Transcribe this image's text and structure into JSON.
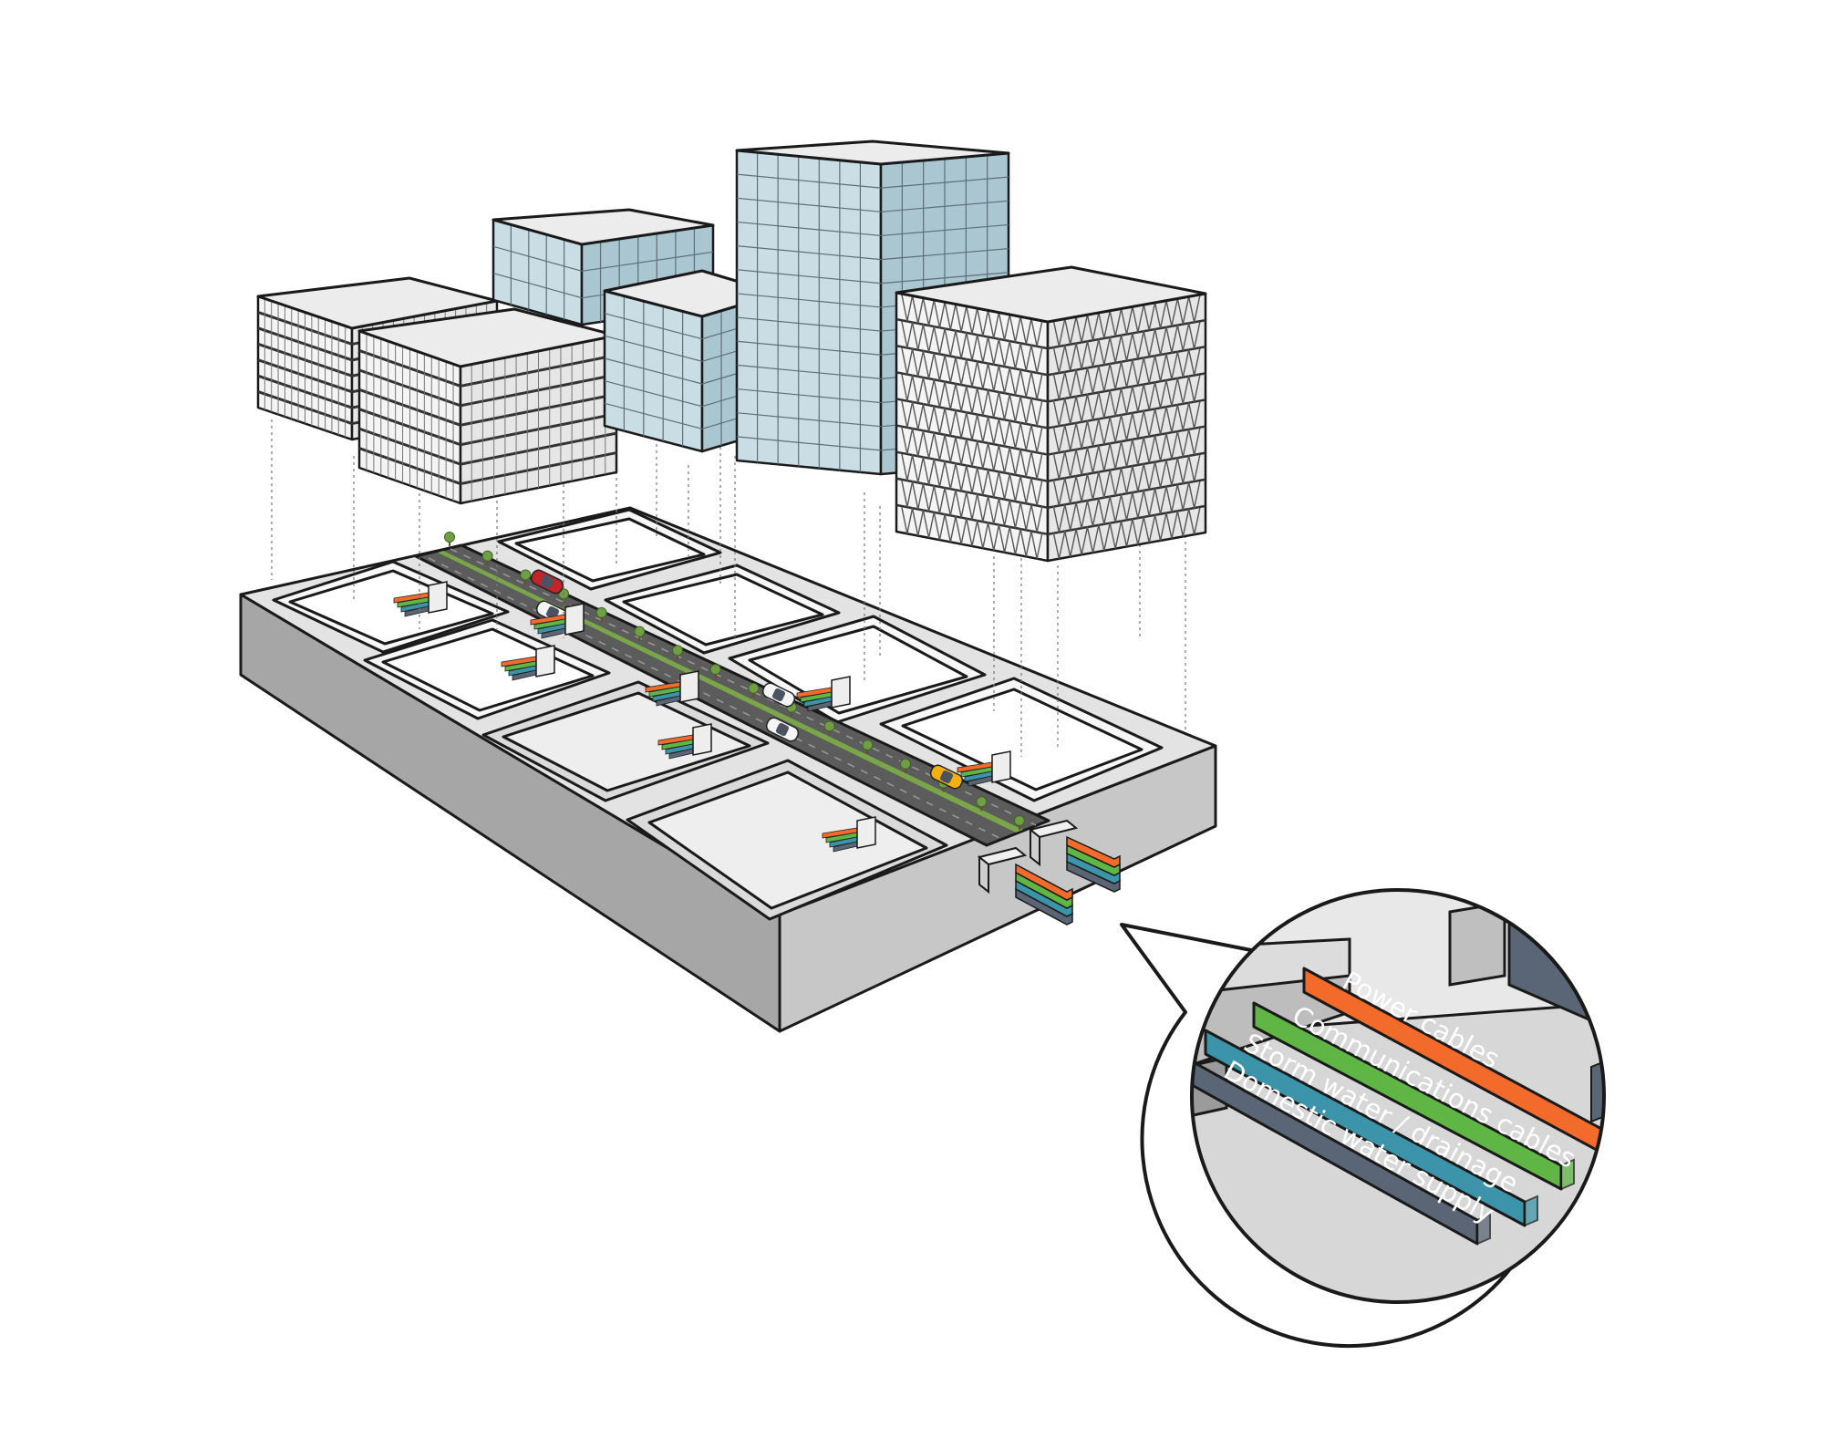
{
  "colors": {
    "background": "#ffffff",
    "outline": "#1a1a1a",
    "slab_top": "#e3e3e3",
    "slab_side": "#a6a6a6",
    "slab_front": "#c7c7c7",
    "road": "#5c5c5c",
    "median": "#7aa64a",
    "building_roof": "#ececec",
    "building_floor": "#d9d9d9",
    "glass": "#c9dde4",
    "glass_dark": "#a9c6d1"
  },
  "utilities": [
    {
      "key": "power",
      "label": "Power cables",
      "color": "#f26b2a"
    },
    {
      "key": "comms",
      "label": "Communications cables",
      "color": "#5fb645"
    },
    {
      "key": "storm",
      "label": "Storm water / drainage",
      "color": "#3c94aa"
    },
    {
      "key": "domestic",
      "label": "Domestic water supply",
      "color": "#5a6675"
    }
  ],
  "buildings": [
    {
      "name": "floor-slab-building-left",
      "style": "slabs"
    },
    {
      "name": "glass-building-rear",
      "style": "grid"
    },
    {
      "name": "floor-slab-building-front",
      "style": "slabs"
    },
    {
      "name": "glass-building-narrow",
      "style": "grid"
    },
    {
      "name": "glass-tower",
      "style": "grid"
    },
    {
      "name": "diagrid-building",
      "style": "diagrid"
    }
  ],
  "vehicles": [
    {
      "name": "car-red",
      "color": "#c0252b"
    },
    {
      "name": "car-white-1",
      "color": "#f4f4f4"
    },
    {
      "name": "car-white-2",
      "color": "#f4f4f4"
    },
    {
      "name": "car-white-3",
      "color": "#f4f4f4"
    },
    {
      "name": "car-yellow",
      "color": "#f2b10f"
    }
  ]
}
